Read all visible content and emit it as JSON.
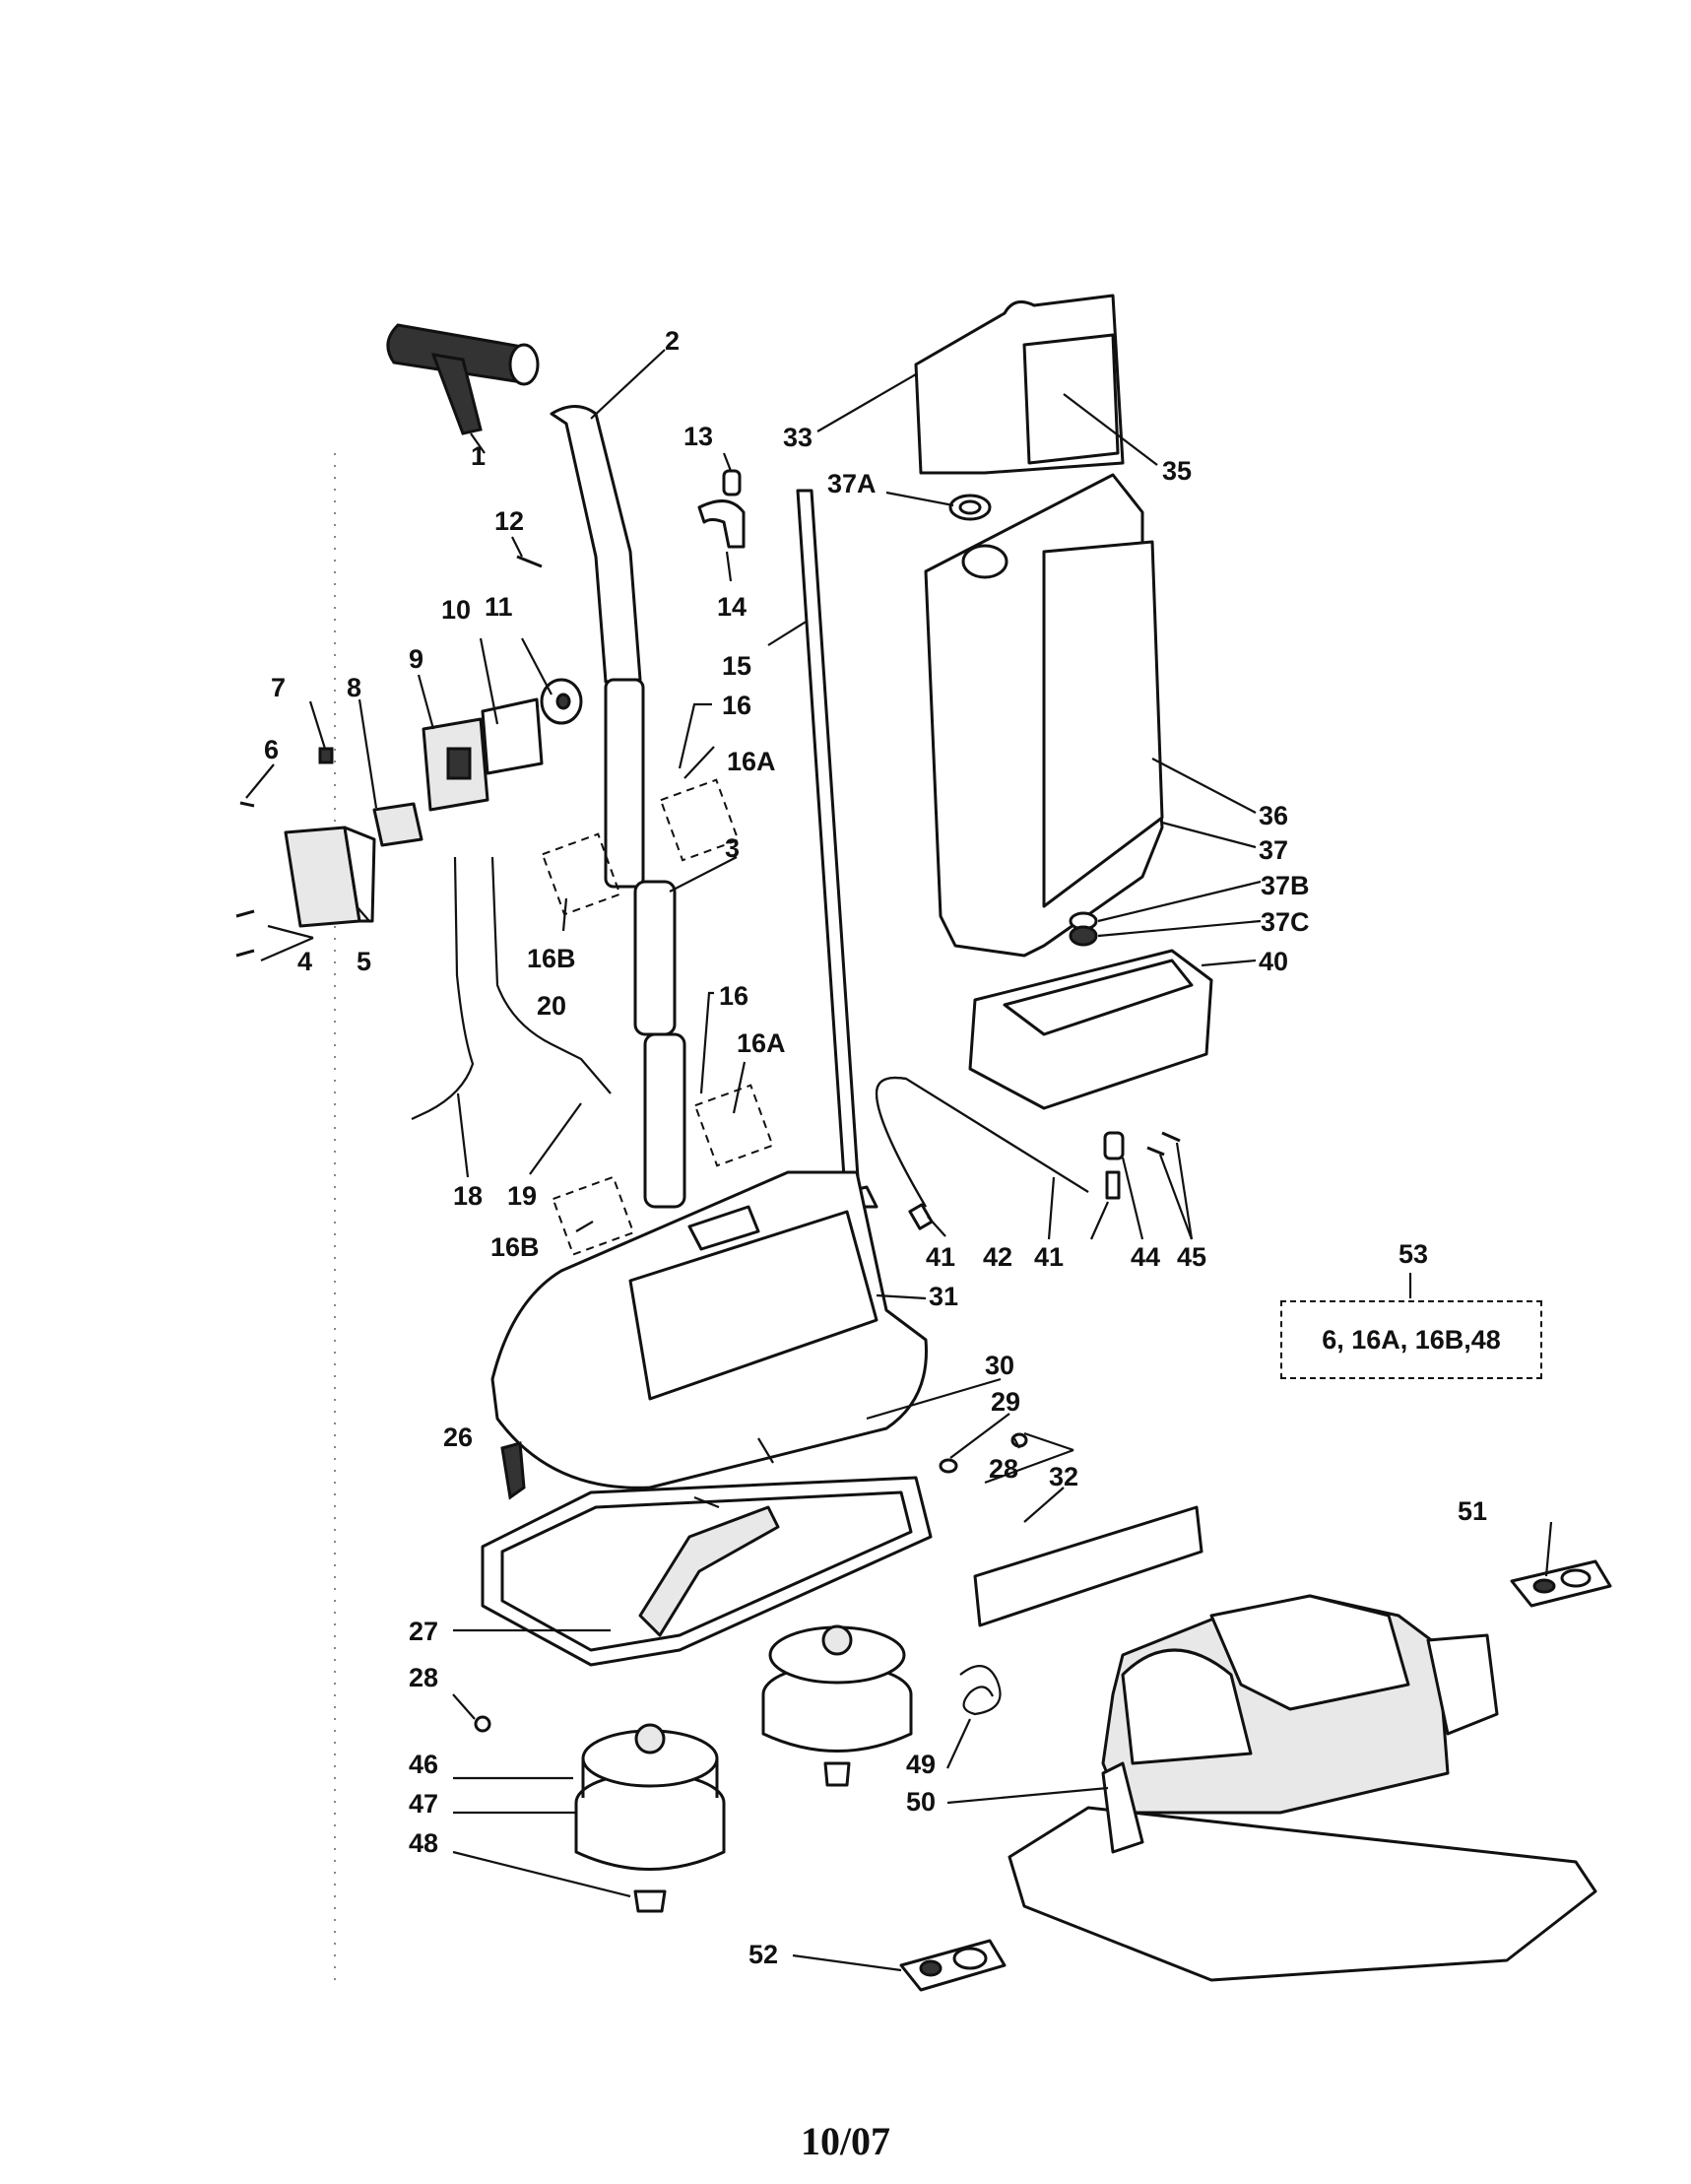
{
  "parts": {
    "p1": "1",
    "p2": "2",
    "p3": "3",
    "p4": "4",
    "p5": "5",
    "p6": "6",
    "p7": "7",
    "p8": "8",
    "p9": "9",
    "p10": "10",
    "p11": "11",
    "p12": "12",
    "p13": "13",
    "p14": "14",
    "p15": "15",
    "p16a": "16",
    "p16A_a": "16A",
    "p16b": "16",
    "p16A_b": "16A",
    "p16B_a": "16B",
    "p20": "20",
    "p16B_b": "16B",
    "p18": "18",
    "p19": "19",
    "p26": "26",
    "p27": "27",
    "p28a": "28",
    "p28b": "28",
    "p29": "29",
    "p30": "30",
    "p31": "31",
    "p32": "32",
    "p33": "33",
    "p35": "35",
    "p36": "36",
    "p37": "37",
    "p37A": "37A",
    "p37B": "37B",
    "p37C": "37C",
    "p40": "40",
    "p41a": "41",
    "p41b": "41",
    "p42": "42",
    "p44": "44",
    "p45": "45",
    "p46": "46",
    "p47": "47",
    "p48": "48",
    "p49": "49",
    "p50": "50",
    "p51": "51",
    "p52": "52"
  },
  "kit": {
    "number": "53",
    "contents": "6, 16A, 16B,48"
  },
  "footer": {
    "date": "10/07"
  }
}
